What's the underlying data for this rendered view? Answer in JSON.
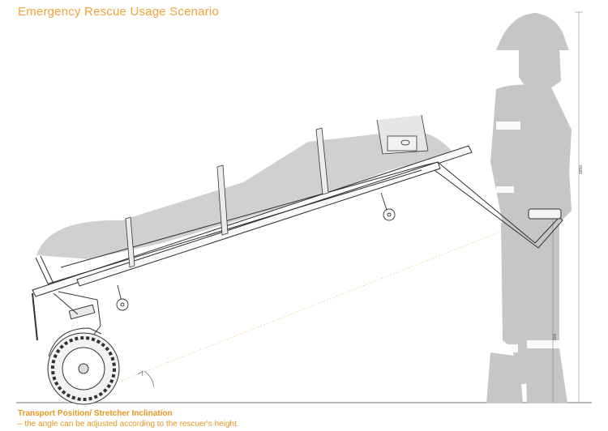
{
  "title": "Emergency Rescue Usage Scenario",
  "caption": {
    "heading": "Transport Position/ Stretcher Inclination",
    "subtext": "– the angle can be adjusted according to the rescuer's height."
  },
  "dimensions": {
    "height_total": "1850",
    "height_handle": "900"
  },
  "colors": {
    "accent": "#f2a23a",
    "silhouette": "#c8c8c8",
    "line": "#333333"
  }
}
